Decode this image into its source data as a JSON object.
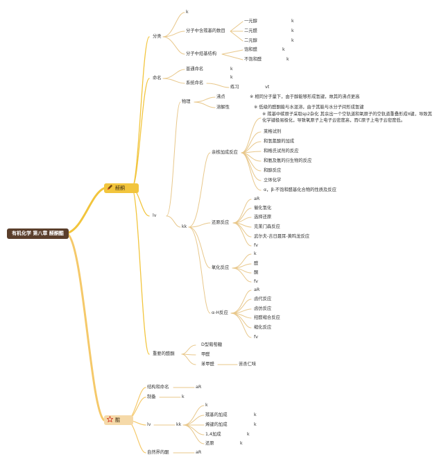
{
  "title": "有机化学 第八章 醛酮醌",
  "branches": {
    "aldehyde_ketone": "醛酮",
    "quinone": "醌"
  },
  "icons": [
    "pencil-icon",
    "star-icon"
  ],
  "colors": {
    "root": "#5a3e2b",
    "branch": "#f2c53d",
    "line": "#f2c53d",
    "thin": "#e8c78a"
  },
  "labels": {
    "fenlei": "分类",
    "k1": "k",
    "fenzi_shu": "分子中含羰基的数目",
    "yiyuan": "一元醇",
    "eryuan": "二元醛",
    "eryuan2": "二元醇",
    "jiegou": "分子中烃基结构",
    "baohe": "饱和醛",
    "bubaohe": "不饱和醛",
    "k_yiyuan": "k",
    "k_eryuan": "k",
    "k_eryuan2": "k",
    "k_baohe": "k",
    "k_bubaohe": "k",
    "mingming": "命名",
    "putong": "普通命名",
    "k_putong": "k",
    "xitong": "系统命名",
    "k_xitong": "k",
    "lianxi": "练习",
    "vt": "vt",
    "wuli": "物理",
    "feidian": "沸点",
    "feidian_txt": "※ 相同分子量下，由于醇能够形成氢键，故其的沸点更高",
    "rongjie": "溶解性",
    "rongjie_txt": "※ 低级的醛酮能与水混溶，由于其能与水分子间形成氢键",
    "lv": "lv",
    "kk": "kk",
    "qinhe": "亲核加成反应",
    "qinhe_txt": "※ 羰基中碳原子采取sp2杂化 其余出一个空轨道和氧原子的空轨道重叠形成π键，导致其化学键极易极化，导致氧原子上电子云密度高，而C原子上电子云密度低。",
    "laisi": "莱格试剂",
    "qingqing": "和氢氰酸的加成",
    "gelinya": "和格氏试剂的反应",
    "anji": "和氨及氨的衍生物的反应",
    "chunfan": "和醇反应",
    "liti": "立体化学",
    "ab": "α，β-不饱和醛基化合物的性质及反应",
    "huanyuan": "还原反应",
    "aR1": "aR",
    "cuihua": "催化氢化",
    "xuanze": "选择还原",
    "kelaimen": "克莱门森反应",
    "wushi": "武尔夫-吉日聂耳-黄鸣龙反应",
    "fv1": "fv",
    "yanghua": "氧化反应",
    "k_yh": "k",
    "quan": "醛",
    "tong": "酮",
    "fv2": "fv",
    "aH": "α-H反应",
    "aR2": "aR",
    "ludai": "卤代反应",
    "lufang": "卤仿反应",
    "quantang": "羟醛缩合反应",
    "suohe": "缩化反应",
    "fv3": "fv",
    "zhongyao": "重要的醛酮",
    "dxing": "D型葡萄糖",
    "jiaquan": "甲醛",
    "benjia": "苯甲醛",
    "kuxing": "苦杏仁味",
    "jiegou_mm": "结构和命名",
    "aR3": "aR",
    "zhibei": "制备",
    "k_zb": "k",
    "lv2": "lv",
    "kk2": "kk",
    "k_kk2": "k",
    "quanji": "羰基的加成",
    "k_quanji": "k",
    "shuangjian": "烯键的加成",
    "k_sj": "k",
    "jiacheng14": "1,4加成",
    "k_14": "k",
    "huanyuan2": "还原",
    "k_hy2": "k",
    "ziran": "自然界的醌",
    "aR4": "aR"
  }
}
